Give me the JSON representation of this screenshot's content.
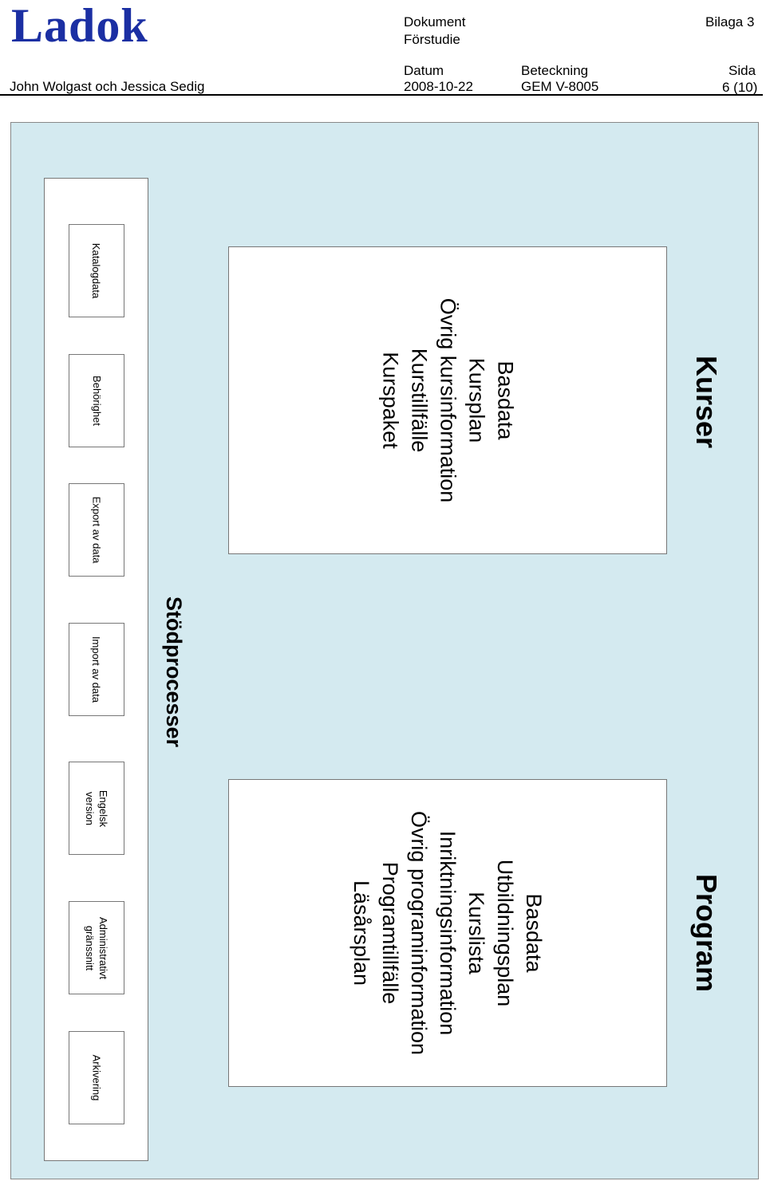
{
  "header": {
    "logo": "Ladok",
    "doc_label": "Dokument",
    "doc_value": "Förstudie",
    "attachment": "Bilaga 3",
    "authors": "John Wolgast och Jessica Sedig",
    "date_label": "Datum",
    "date_value": "2008-10-22",
    "ref_label": "Beteckning",
    "ref_value": "GEM V-8005",
    "page_label": "Sida",
    "page_value": "6 (10)"
  },
  "diagram": {
    "kurser": {
      "title": "Kurser",
      "items": [
        "Basdata",
        "Kursplan",
        "Övrig kursinformation",
        "Kurstillfälle",
        "Kurspaket"
      ]
    },
    "program": {
      "title": "Program",
      "items": [
        "Basdata",
        "Utbildningsplan",
        "Kurslista",
        "Inriktningsinformation",
        "Övrig programinformation",
        "Programtillfälle",
        "Läsårsplan"
      ]
    },
    "support": {
      "title": "Stödprocesser",
      "boxes": [
        [
          "Katalogdata"
        ],
        [
          "Behörighet"
        ],
        [
          "Export av data"
        ],
        [
          "Import av data"
        ],
        [
          "Engelsk",
          "version"
        ],
        [
          "Administrativt",
          "gränssnitt"
        ],
        [
          "Arkivering"
        ]
      ]
    }
  }
}
